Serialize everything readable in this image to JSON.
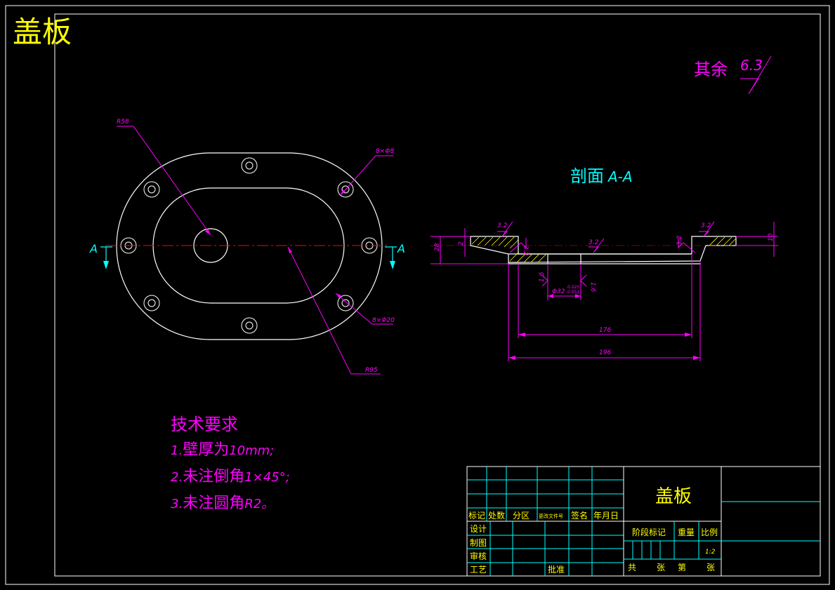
{
  "sheet": {
    "title": "盖板",
    "colors": {
      "background": "#000000",
      "frame": "#ffffff",
      "outline": "#ffffff",
      "centerline": "#ff0000",
      "dimension": "#ff00ff",
      "hatch": "#ffff00",
      "annotation_cyan": "#00ffff",
      "title_yellow": "#ffff00",
      "title_block_lines": "#00ffff"
    }
  },
  "surface_finish": {
    "prefix": "其余",
    "value": "6.3"
  },
  "plan_view": {
    "r58": "R58",
    "holes_small": "8×Φ8",
    "holes_large": "8×Φ20",
    "r95": "R95",
    "section_mark_left": "A",
    "section_mark_right": "A"
  },
  "section_view": {
    "title_cn": "剖面",
    "title_ref": "A-A",
    "dims": {
      "height_28": "28",
      "height_2": "2",
      "height_10": "10",
      "dim_176": "176",
      "dim_196": "196",
      "dia_32": "Φ32",
      "tol_upper": "0.025",
      "tol_lower": "0.051",
      "left_1_6": "1.6",
      "right_1_6": "1.6",
      "rough_1": "3.2",
      "rough_2": "3.2",
      "rough_3": "3.2",
      "rough_4": "3.2",
      "rough_5": "3.2"
    }
  },
  "tech_requirements": {
    "heading": "技术要求",
    "items": [
      {
        "num": "1.",
        "text": "壁厚为",
        "val": "10mm;"
      },
      {
        "num": "2.",
        "text": "未注倒角",
        "val": "1×45°;"
      },
      {
        "num": "3.",
        "text": "未注圆角",
        "val": "R2。"
      }
    ]
  },
  "title_block": {
    "part_name": "盖板",
    "header_cols": [
      "标记",
      "处数",
      "分区",
      "更改文件号",
      "签名",
      "年月日"
    ],
    "rows": [
      "设计",
      "制图",
      "审核",
      "工艺"
    ],
    "approve": "批准",
    "stage_mark": "阶段标记",
    "weight": "重量",
    "scale_label": "比例",
    "scale_value": "1:2",
    "total": "共",
    "sheets": "张",
    "sheet_no": "第",
    "sheets2": "张"
  }
}
